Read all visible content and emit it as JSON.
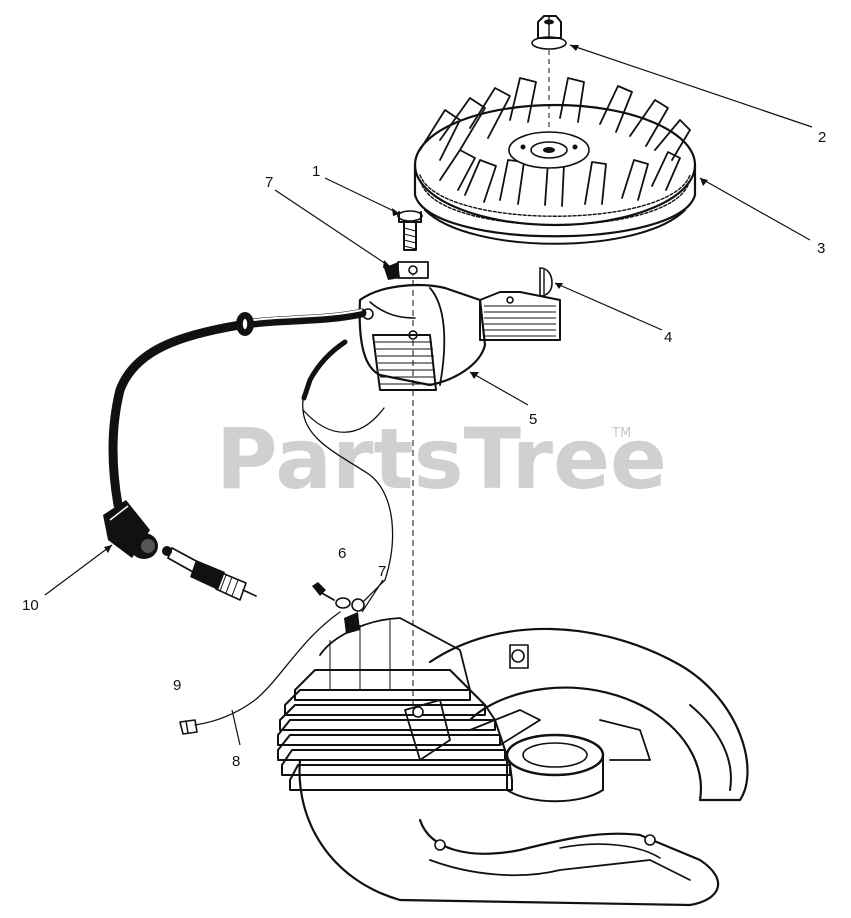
{
  "watermark": {
    "text": "PartsTree",
    "trademark": "TM"
  },
  "callouts": {
    "c1": "1",
    "c2": "2",
    "c3": "3",
    "c4": "4",
    "c5": "5",
    "c6": "6",
    "c7a": "7",
    "c7b": "7",
    "c8": "8",
    "c9": "9",
    "c10": "10"
  },
  "parts": {
    "bolt": "bolt-icon",
    "nut": "flange-nut-icon",
    "flywheel": "flywheel-icon",
    "key": "flywheel-key-icon",
    "ignition_module": "ignition-module-icon",
    "screw": "ground-screw-icon",
    "spacer": "spacer-icon",
    "ground_wire": "ground-wire-icon",
    "terminal": "wire-terminal-icon",
    "spark_plug_boot": "spark-plug-boot-icon",
    "spark_plug": "spark-plug-icon",
    "engine_block": "engine-block-icon"
  }
}
